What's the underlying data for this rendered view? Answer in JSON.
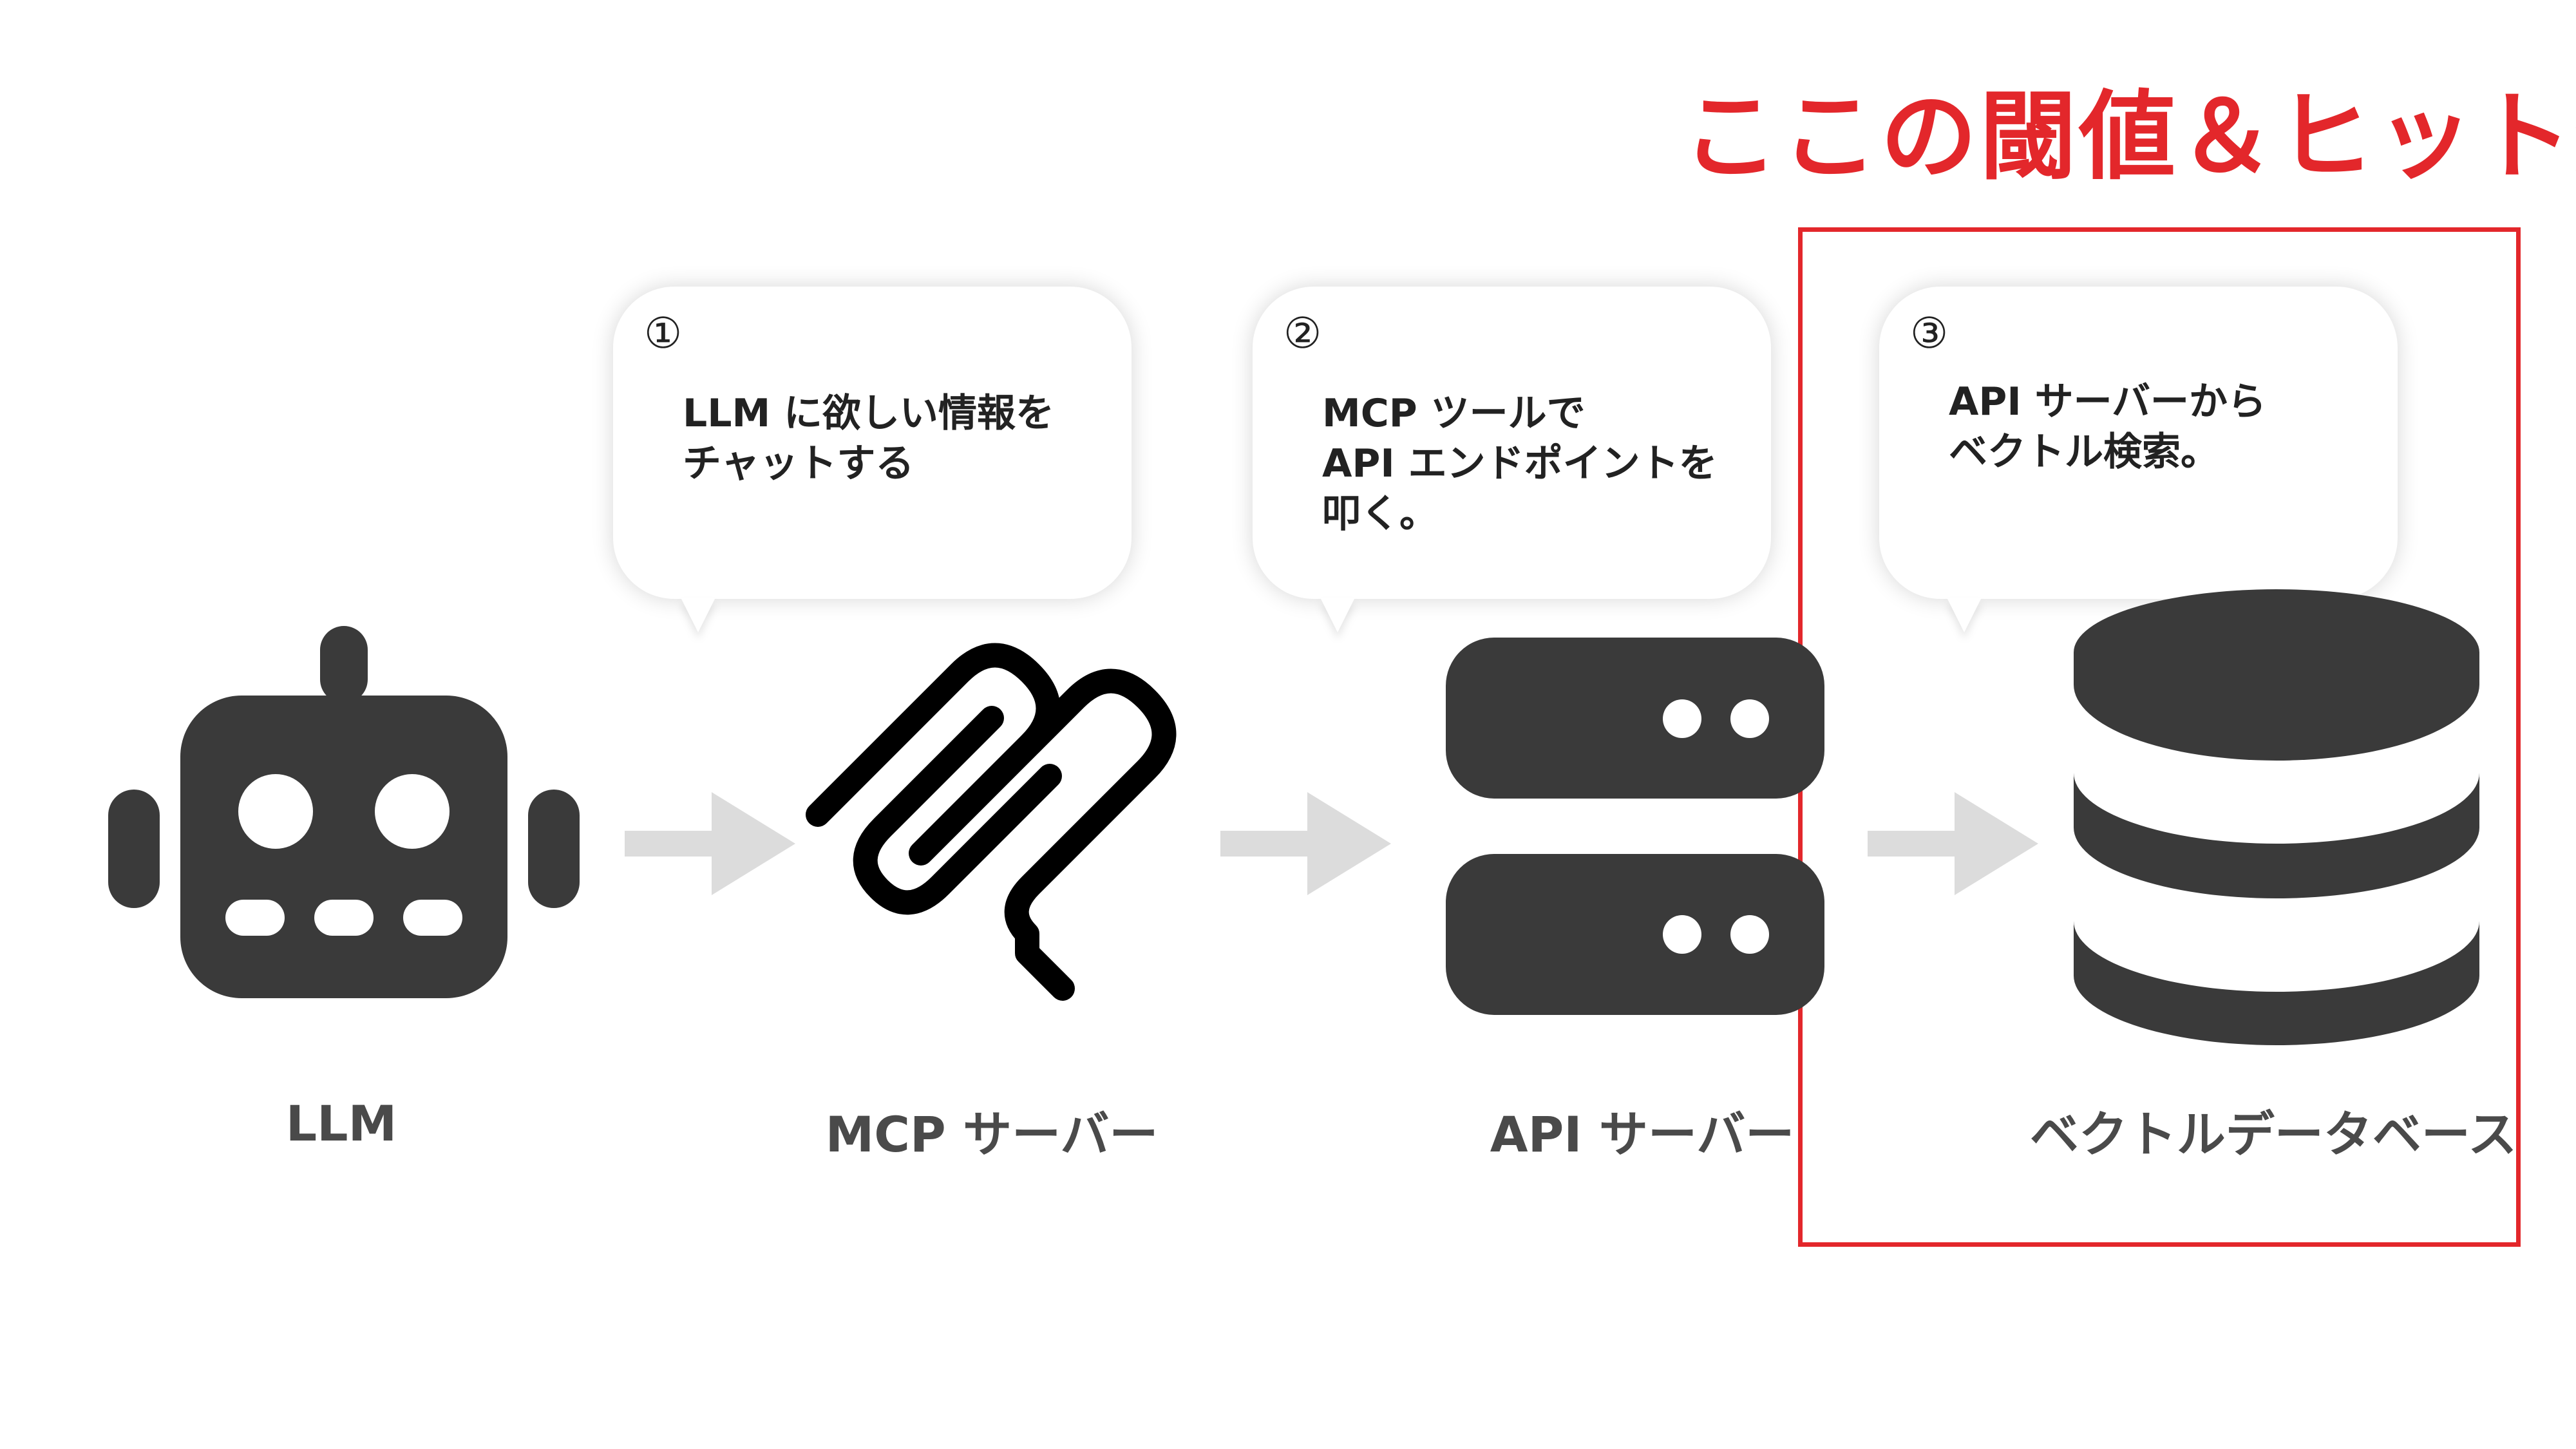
{
  "headline": "ここの閾値＆ヒット数",
  "bubbles": [
    {
      "number": "①",
      "lines": [
        "LLM に欲しい情報を",
        "チャットする"
      ]
    },
    {
      "number": "②",
      "lines": [
        "MCP ツールで",
        "API エンドポイントを",
        "叩く。"
      ]
    },
    {
      "number": "③",
      "lines": [
        "API サーバーから",
        "ベクトル検索。"
      ]
    }
  ],
  "nodes": [
    {
      "label": "LLM",
      "icon": "robot-icon"
    },
    {
      "label": "MCP サーバー",
      "icon": "mcp-logo-icon"
    },
    {
      "label": "API サーバー",
      "icon": "server-icon"
    },
    {
      "label": "ベクトルデータベース",
      "icon": "database-icon"
    }
  ],
  "colors": {
    "accent": "#e3272b",
    "icon": "#3a3a3a",
    "arrow": "#dcdcdc",
    "label": "#4a4a4a"
  }
}
